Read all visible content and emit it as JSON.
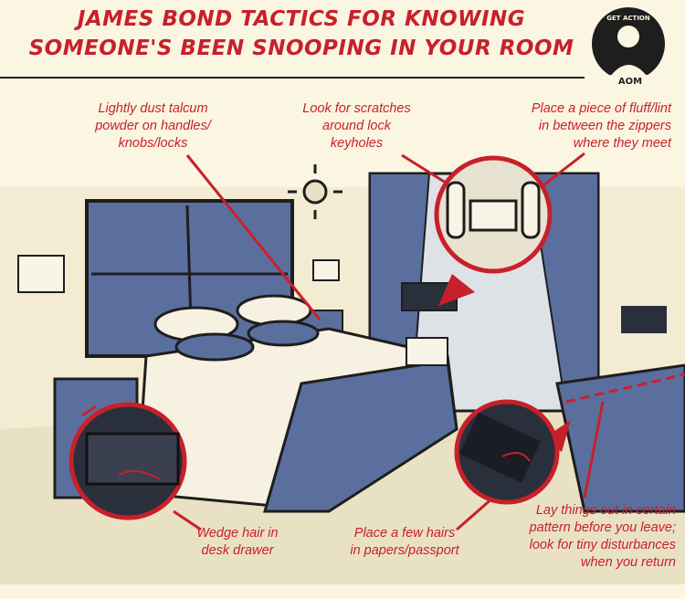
{
  "header": {
    "title_line1": "JAMES BOND TACTICS FOR KNOWING",
    "title_line2": "SOMEONE'S BEEN SNOOPING IN YOUR ROOM",
    "logo": {
      "top_text": "GET ACTION",
      "bottom_text": "AOM"
    }
  },
  "annotations": {
    "talcum": [
      "Lightly dust talcum",
      "powder on handles/",
      "knobs/locks"
    ],
    "scratches": [
      "Look for scratches",
      "around lock",
      "keyholes"
    ],
    "fluff": [
      "Place a piece of fluff/lint",
      "in between the zippers",
      "where they meet"
    ],
    "desk_hair": [
      "Wedge hair in",
      "desk drawer"
    ],
    "passport_hair": [
      "Place a few hairs",
      "in papers/passport"
    ],
    "pattern": [
      "Lay things out in certain",
      "pattern before you leave;",
      "look for tiny disturbances",
      "when you return"
    ]
  },
  "colors": {
    "accent": "#c8202a",
    "blue": "#5b6f9e",
    "cream": "#fbf6e2",
    "ink": "#1e1e1e"
  }
}
